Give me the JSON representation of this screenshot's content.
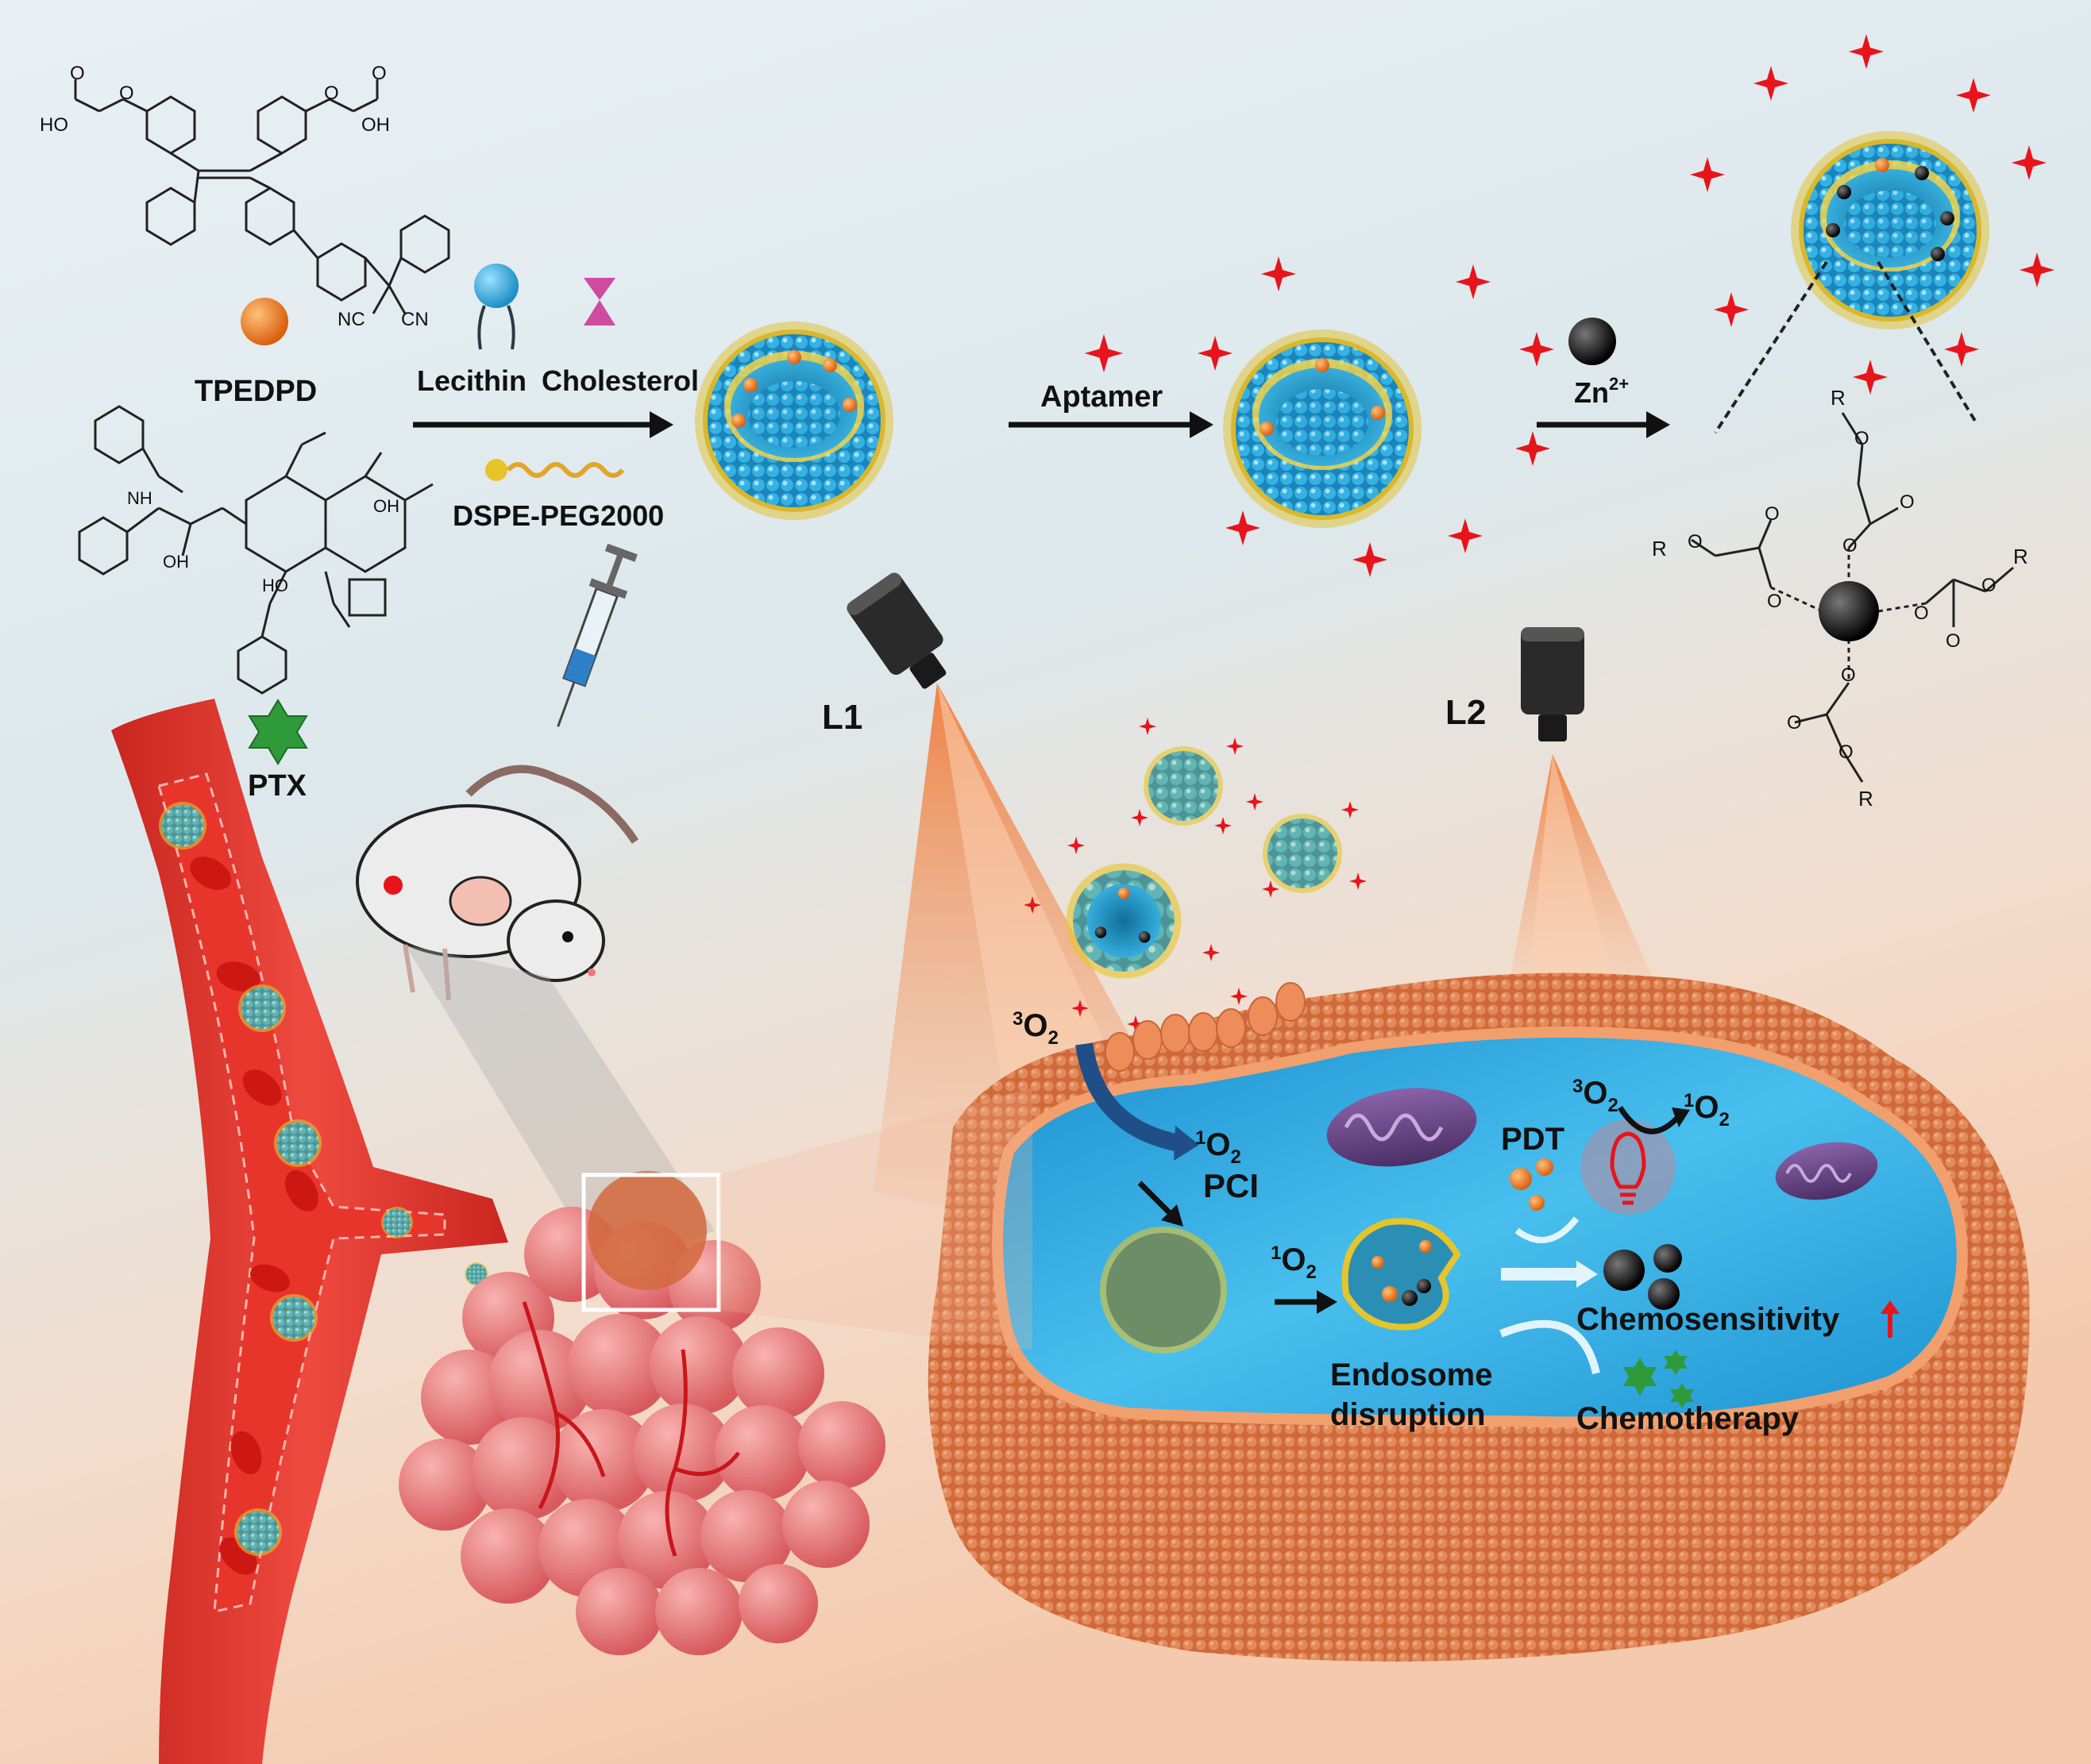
{
  "molecules": {
    "tpedpd": "TPEDPD",
    "ptx": "PTX",
    "lecithin": "Lecithin",
    "cholesterol": "Cholesterol",
    "dspe_peg": "DSPE-PEG2000"
  },
  "chem_text": {
    "ho": "HO",
    "oh": "OH",
    "nc": "NC",
    "cn": "CN",
    "nh": "NH",
    "o": "O",
    "r": "R"
  },
  "steps": {
    "aptamer": "Aptamer",
    "zn": "Zn",
    "zn_sup": "2+"
  },
  "lasers": {
    "l1": "L1",
    "l2": "L2"
  },
  "cell": {
    "o2_triplet_pre": "3",
    "o2": "O",
    "o2_sub": "2",
    "o2_singlet_pre": "1",
    "pci": "PCI",
    "pdt": "PDT",
    "endosome_1": "Endosome",
    "endosome_2": "disruption",
    "chemosensitivity": "Chemosensitivity",
    "chemotherapy": "Chemotherapy"
  },
  "colors": {
    "background_top": "#dfe9ee",
    "background_bottom": "#f6d2bd",
    "liposome_blue": "#2aa6d8",
    "peg_yellow": "#e6c52a",
    "star_red": "#e8141c",
    "membrane_orange": "#e07a4a",
    "cytoplasm_blue": "#2fa6df",
    "vessel_red": "#e43a32",
    "tumor_pink": "#ec7f80",
    "laser_orange": "#f07a2e",
    "ptx_green": "#2e9a3a",
    "tpedpd_orange": "#e8731e"
  },
  "icons": [
    "tpedpd-orange-sphere",
    "ptx-green-star",
    "lecithin-lipid-icon",
    "cholesterol-hourglass-icon",
    "dspe-peg-icon",
    "aptamer-red-star",
    "zn-black-sphere",
    "laser-device-icon",
    "syringe-icon",
    "mouse-illustration",
    "blood-vessel",
    "tumor-cluster",
    "cell-membrane",
    "mitochondrion-icon",
    "light-bulb-icon",
    "upward-red-arrow-icon"
  ]
}
